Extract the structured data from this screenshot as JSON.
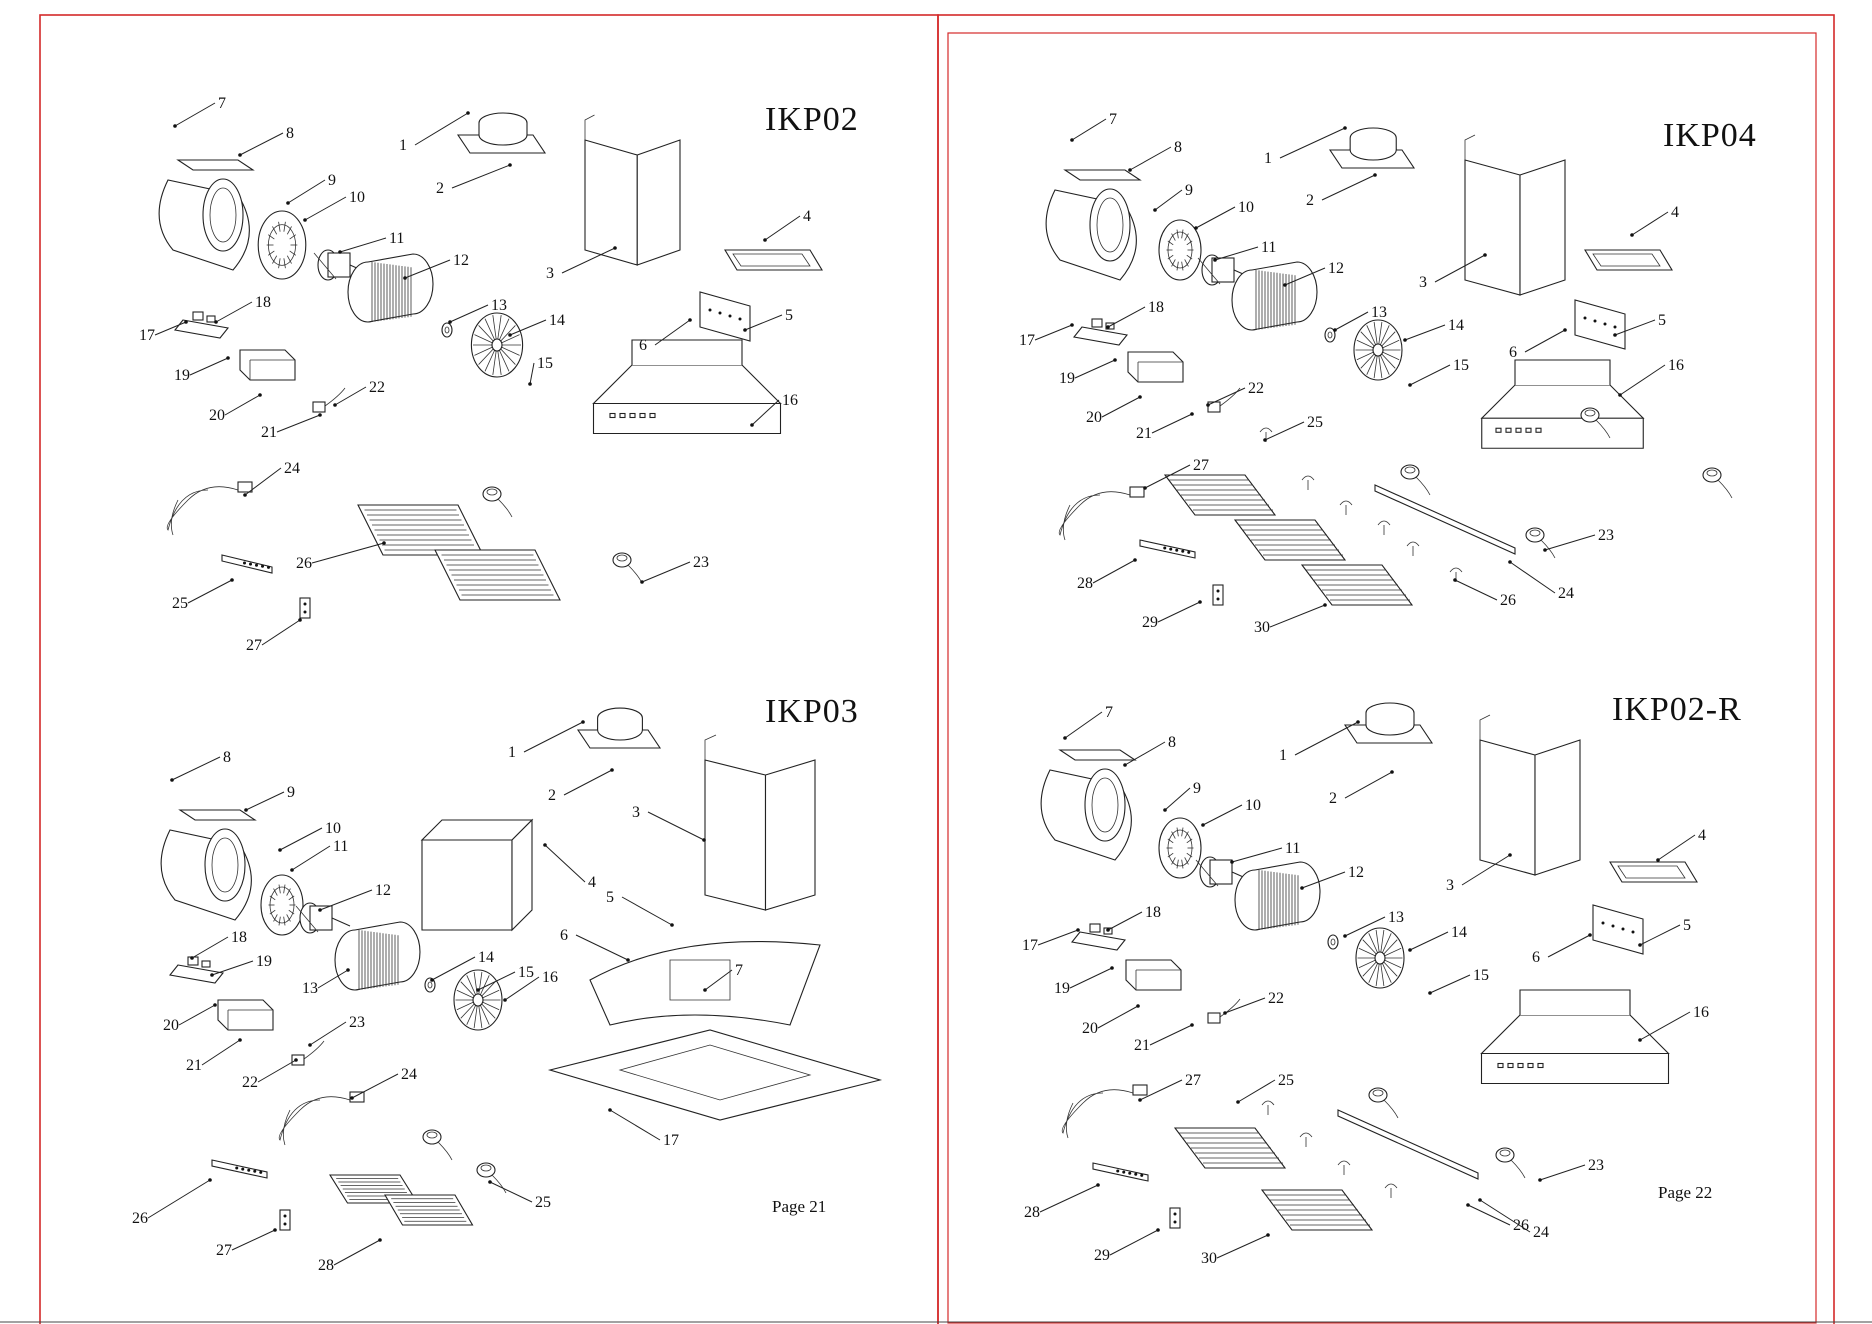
{
  "pages": [
    {
      "page_label": "Page 21",
      "diagrams": [
        {
          "model": "IKP02",
          "callouts": [
            "1",
            "2",
            "3",
            "4",
            "5",
            "6",
            "7",
            "8",
            "9",
            "10",
            "11",
            "12",
            "13",
            "14",
            "15",
            "16",
            "17",
            "18",
            "19",
            "20",
            "21",
            "22",
            "23",
            "24",
            "25",
            "26",
            "27"
          ]
        },
        {
          "model": "IKP03",
          "callouts": [
            "1",
            "2",
            "3",
            "4",
            "5",
            "6",
            "7",
            "8",
            "9",
            "10",
            "11",
            "12",
            "13",
            "14",
            "15",
            "16",
            "17",
            "18",
            "19",
            "20",
            "21",
            "22",
            "23",
            "24",
            "25",
            "26",
            "27",
            "28"
          ]
        }
      ]
    },
    {
      "page_label": "Page 22",
      "diagrams": [
        {
          "model": "IKP04",
          "callouts": [
            "1",
            "2",
            "3",
            "4",
            "5",
            "6",
            "7",
            "8",
            "9",
            "10",
            "11",
            "12",
            "13",
            "14",
            "15",
            "16",
            "17",
            "18",
            "19",
            "20",
            "21",
            "22",
            "23",
            "24",
            "25",
            "26",
            "27",
            "28",
            "29",
            "30"
          ]
        },
        {
          "model": "IKP02-R",
          "callouts": [
            "1",
            "2",
            "3",
            "4",
            "5",
            "6",
            "7",
            "8",
            "9",
            "10",
            "11",
            "12",
            "13",
            "14",
            "15",
            "16",
            "17",
            "18",
            "19",
            "20",
            "21",
            "22",
            "23",
            "24",
            "25",
            "26",
            "27",
            "28",
            "29",
            "30"
          ]
        }
      ]
    }
  ],
  "colors": {
    "border": "#d42a2a",
    "ink": "#222222",
    "background": "#ffffff"
  }
}
